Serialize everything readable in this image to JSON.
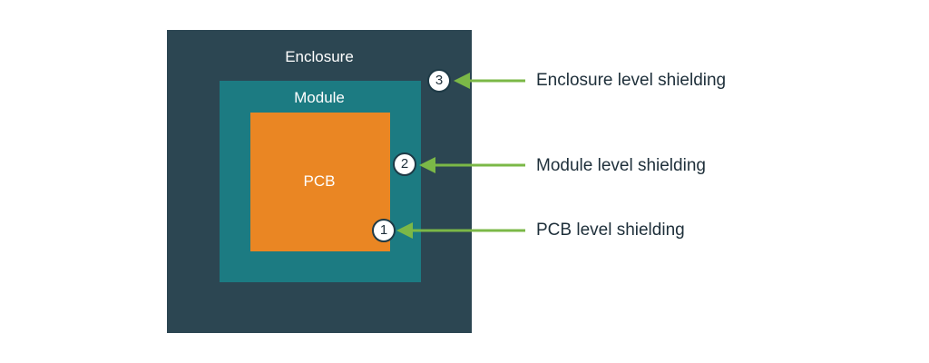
{
  "colors": {
    "enclosure": "#2c4652",
    "module": "#1c7b82",
    "pcb": "#ea8623",
    "arrow": "#7bb847",
    "badge_fill": "#ffffff"
  },
  "layers": {
    "enclosure": "Enclosure",
    "module": "Module",
    "pcb": "PCB"
  },
  "badges": [
    "1",
    "2",
    "3"
  ],
  "callouts": {
    "pcb": "PCB level shielding",
    "module": "Module level shielding",
    "enclosure": "Enclosure level shielding"
  }
}
